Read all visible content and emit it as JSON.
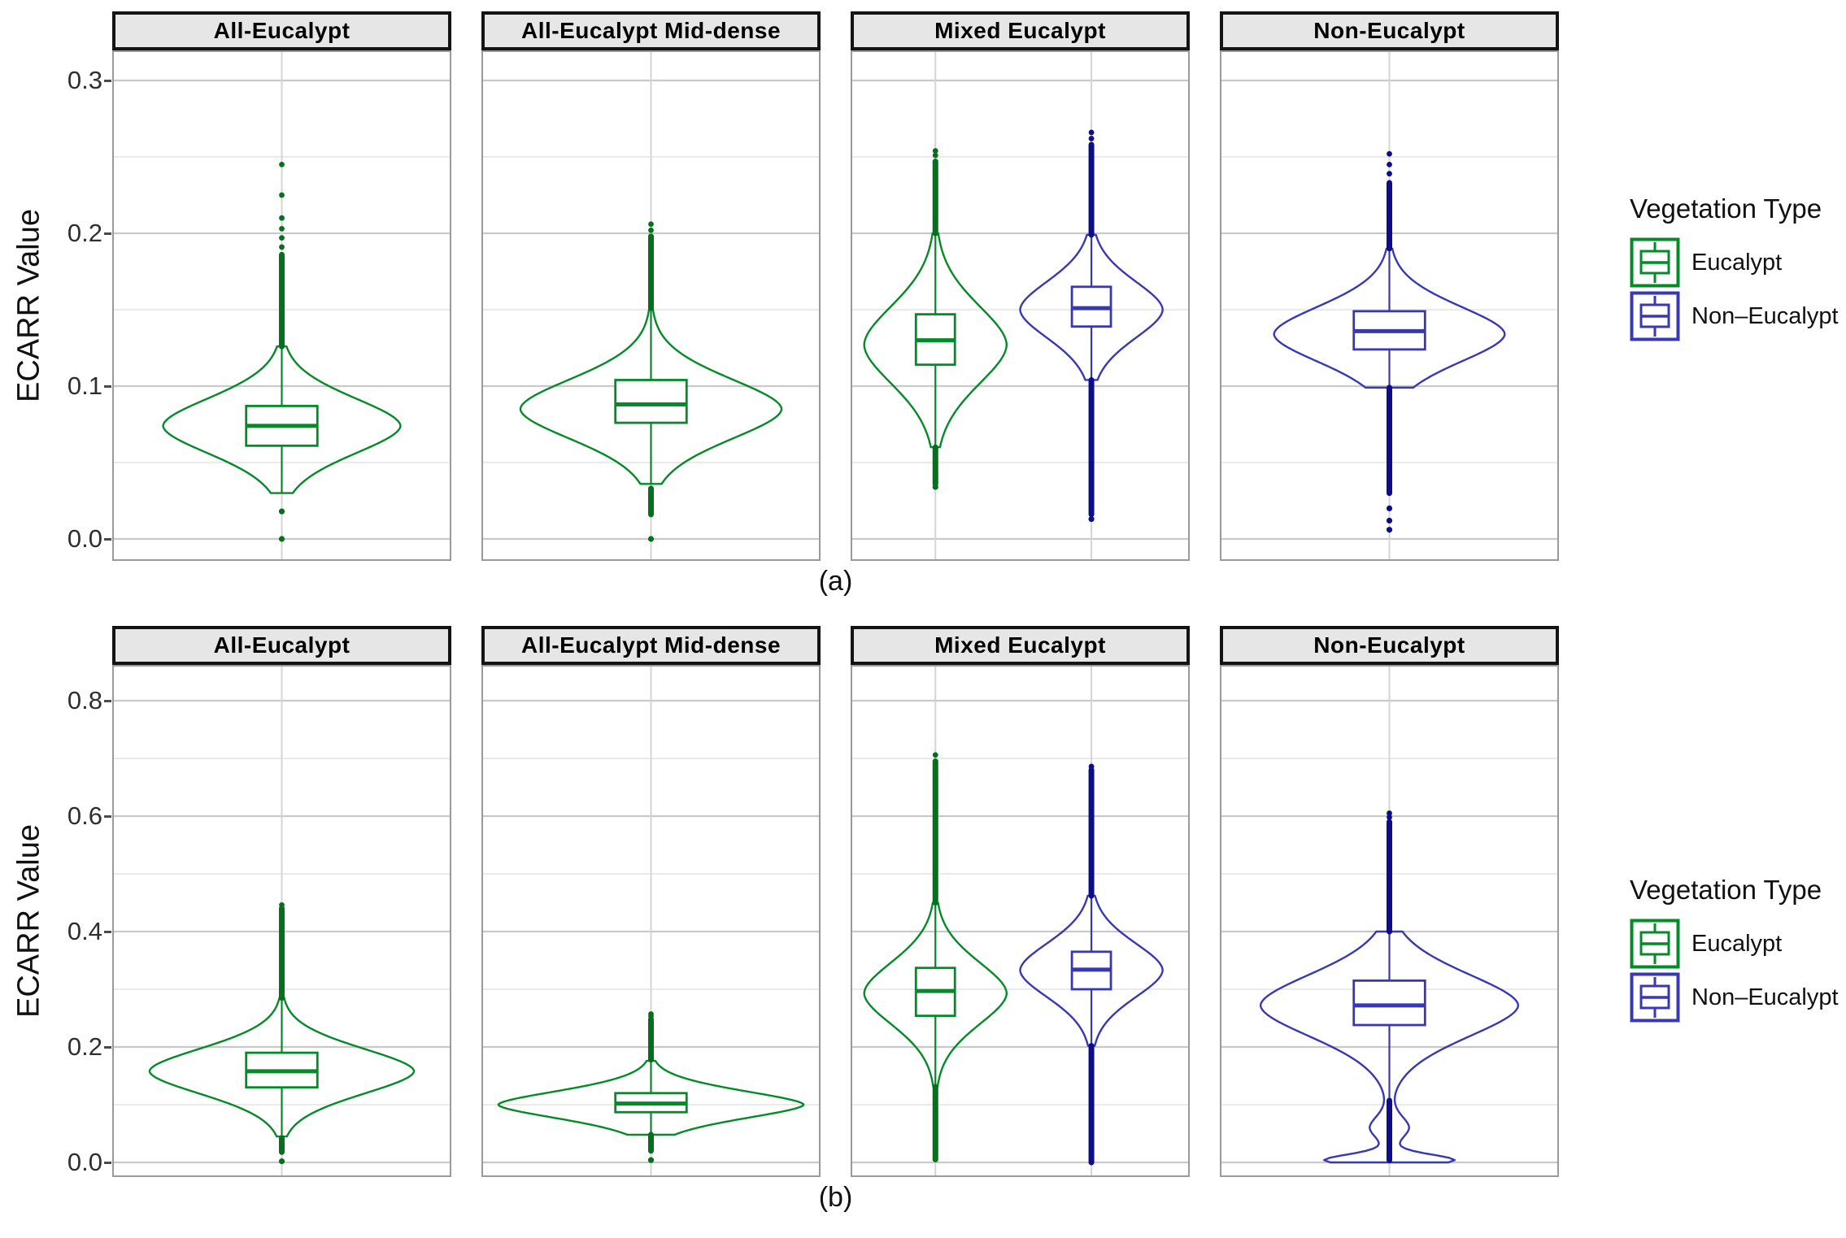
{
  "figure": {
    "captions": {
      "a": "(a)",
      "b": "(b)"
    },
    "legend": {
      "title": "Vegetation Type",
      "items": [
        {
          "label": "Eucalypt",
          "color_key": "eucalypt"
        },
        {
          "label": "Non–Eucalypt",
          "color_key": "non_eucalypt"
        }
      ]
    },
    "colors": {
      "eucalypt": {
        "stroke": "#048A28",
        "stem": "#05701C"
      },
      "non_eucalypt": {
        "stroke": "#3838B4",
        "stem": "#0D0D8C"
      },
      "grid_major": "#C9C9C9",
      "grid_minor": "#E3E3E3",
      "grid_vertical": "#D4D4D4",
      "panel_border": "#9A9A9A",
      "strip_bg": "#E6E6E6",
      "strip_border": "#141414",
      "background": "#FFFFFF"
    }
  },
  "chart_data": [
    {
      "id": "a",
      "type": "violin",
      "subtype": "violin-with-boxplot",
      "ylabel": "ECARR Value",
      "caption": "(a)",
      "legend_position": "right",
      "grid": true,
      "ylim": [
        -0.014,
        0.32
      ],
      "ytick_values": [
        0.0,
        0.1,
        0.2,
        0.3
      ],
      "yticks": [
        "0.0",
        "0.1",
        "0.2",
        "0.3"
      ],
      "panels": [
        {
          "label": "All-Eucalypt",
          "violins": [
            {
              "group": "Eucalypt",
              "color_key": "eucalypt",
              "x": 0.5,
              "halfwidth": 0.35,
              "range": [
                0.03,
                0.126
              ],
              "components": [
                {
                  "mode": 0.074,
                  "sigma": 0.0185
                }
              ],
              "box": {
                "q1": 0.061,
                "median": 0.074,
                "q3": 0.087,
                "width": 0.21
              },
              "outliers_high": {
                "stem": [
                  0.126,
                  0.186
                ],
                "dots": [
                  0.191,
                  0.197,
                  0.203,
                  0.21,
                  0.225,
                  0.245
                ]
              },
              "outliers_low": {
                "stem": null,
                "dots": [
                  0.018,
                  0.0
                ]
              }
            }
          ]
        },
        {
          "label": "All-Eucalypt Mid-dense",
          "violins": [
            {
              "group": "Eucalypt",
              "color_key": "eucalypt",
              "x": 0.5,
              "halfwidth": 0.385,
              "range": [
                0.036,
                0.151
              ],
              "components": [
                {
                  "mode": 0.085,
                  "sigma": 0.02
                }
              ],
              "box": {
                "q1": 0.076,
                "median": 0.088,
                "q3": 0.104,
                "width": 0.21
              },
              "outliers_high": {
                "stem": [
                  0.151,
                  0.198
                ],
                "dots": [
                  0.202,
                  0.206
                ]
              },
              "outliers_low": {
                "stem": [
                  0.016,
                  0.033
                ],
                "dots": [
                  0.0
                ]
              }
            }
          ]
        },
        {
          "label": "Mixed Eucalypt",
          "violins": [
            {
              "group": "Eucalypt",
              "color_key": "eucalypt",
              "x": 0.25,
              "halfwidth": 0.21,
              "range": [
                0.06,
                0.2
              ],
              "components": [
                {
                  "mode": 0.127,
                  "sigma": 0.026
                }
              ],
              "box": {
                "q1": 0.114,
                "median": 0.13,
                "q3": 0.147,
                "width": 0.115
              },
              "outliers_high": {
                "stem": [
                  0.2,
                  0.247
                ],
                "dots": [
                  0.251,
                  0.254
                ]
              },
              "outliers_low": {
                "stem": [
                  0.036,
                  0.06
                ],
                "dots": [
                  0.034
                ]
              }
            },
            {
              "group": "Non-Eucalypt",
              "color_key": "non_eucalypt",
              "x": 0.71,
              "halfwidth": 0.21,
              "range": [
                0.104,
                0.199
              ],
              "components": [
                {
                  "mode": 0.15,
                  "sigma": 0.019
                }
              ],
              "box": {
                "q1": 0.139,
                "median": 0.151,
                "q3": 0.165,
                "width": 0.115
              },
              "outliers_high": {
                "stem": [
                  0.199,
                  0.258
                ],
                "dots": [
                  0.262,
                  0.266
                ]
              },
              "outliers_low": {
                "stem": [
                  0.016,
                  0.104
                ],
                "dots": [
                  0.013
                ]
              }
            }
          ]
        },
        {
          "label": "Non-Eucalypt",
          "violins": [
            {
              "group": "Non-Eucalypt",
              "color_key": "non_eucalypt",
              "x": 0.5,
              "halfwidth": 0.34,
              "range": [
                0.099,
                0.19
              ],
              "components": [
                {
                  "mode": 0.134,
                  "sigma": 0.0185
                }
              ],
              "box": {
                "q1": 0.124,
                "median": 0.136,
                "q3": 0.149,
                "width": 0.21
              },
              "outliers_high": {
                "stem": [
                  0.19,
                  0.233
                ],
                "dots": [
                  0.239,
                  0.245,
                  0.252
                ]
              },
              "outliers_low": {
                "stem": [
                  0.03,
                  0.099
                ],
                "dots": [
                  0.02,
                  0.012,
                  0.006
                ]
              }
            }
          ]
        }
      ]
    },
    {
      "id": "b",
      "type": "violin",
      "subtype": "violin-with-boxplot",
      "ylabel": "ECARR Value",
      "caption": "(b)",
      "legend_position": "right",
      "grid": true,
      "ylim": [
        -0.025,
        0.862
      ],
      "ytick_values": [
        0.0,
        0.2,
        0.4,
        0.6,
        0.8
      ],
      "yticks": [
        "0.0",
        "0.2",
        "0.4",
        "0.6",
        "0.8"
      ],
      "panels": [
        {
          "label": "All-Eucalypt",
          "violins": [
            {
              "group": "Eucalypt",
              "color_key": "eucalypt",
              "x": 0.5,
              "halfwidth": 0.39,
              "range": [
                0.045,
                0.285
              ],
              "components": [
                {
                  "mode": 0.158,
                  "sigma": 0.04
                }
              ],
              "box": {
                "q1": 0.13,
                "median": 0.158,
                "q3": 0.19,
                "width": 0.21
              },
              "outliers_high": {
                "stem": [
                  0.285,
                  0.44
                ],
                "dots": [
                  0.446
                ]
              },
              "outliers_low": {
                "stem": [
                  0.018,
                  0.042
                ],
                "dots": [
                  0.002
                ]
              }
            }
          ]
        },
        {
          "label": "All-Eucalypt Mid-dense",
          "violins": [
            {
              "group": "Eucalypt",
              "color_key": "eucalypt",
              "x": 0.5,
              "halfwidth": 0.45,
              "range": [
                0.048,
                0.176
              ],
              "components": [
                {
                  "mode": 0.1,
                  "sigma": 0.024,
                  "p": 1.7
                }
              ],
              "box": {
                "q1": 0.087,
                "median": 0.102,
                "q3": 0.12,
                "width": 0.21
              },
              "outliers_high": {
                "stem": [
                  0.178,
                  0.248
                ],
                "dots": [
                  0.253,
                  0.257
                ]
              },
              "outliers_low": {
                "stem": [
                  0.02,
                  0.048
                ],
                "dots": [
                  0.004
                ]
              }
            }
          ]
        },
        {
          "label": "Mixed Eucalypt",
          "violins": [
            {
              "group": "Eucalypt",
              "color_key": "eucalypt",
              "x": 0.25,
              "halfwidth": 0.21,
              "range": [
                0.131,
                0.45
              ],
              "components": [
                {
                  "mode": 0.293,
                  "sigma": 0.055
                }
              ],
              "box": {
                "q1": 0.254,
                "median": 0.297,
                "q3": 0.337,
                "width": 0.115
              },
              "outliers_high": {
                "stem": [
                  0.45,
                  0.695
                ],
                "dots": [
                  0.706
                ]
              },
              "outliers_low": {
                "stem": [
                  0.005,
                  0.131
                ],
                "dots": []
              }
            },
            {
              "group": "Non-Eucalypt",
              "color_key": "non_eucalypt",
              "x": 0.71,
              "halfwidth": 0.21,
              "range": [
                0.202,
                0.462
              ],
              "components": [
                {
                  "mode": 0.333,
                  "sigma": 0.048
                }
              ],
              "box": {
                "q1": 0.3,
                "median": 0.334,
                "q3": 0.365,
                "width": 0.115
              },
              "outliers_high": {
                "stem": [
                  0.462,
                  0.68
                ],
                "dots": [
                  0.686
                ]
              },
              "outliers_low": {
                "stem": [
                  0.0,
                  0.202
                ],
                "dots": []
              }
            }
          ]
        },
        {
          "label": "Non-Eucalypt",
          "violins": [
            {
              "group": "Non-Eucalypt",
              "color_key": "non_eucalypt",
              "x": 0.5,
              "halfwidth": 0.38,
              "range": [
                0.0,
                0.4
              ],
              "components": [
                {
                  "mode": 0.272,
                  "sigma": 0.055
                },
                {
                  "mode": 0.06,
                  "sigma": 0.02,
                  "amp": 0.15
                },
                {
                  "mode": 0.004,
                  "sigma": 0.01,
                  "amp": 0.5
                }
              ],
              "box": {
                "q1": 0.238,
                "median": 0.272,
                "q3": 0.315,
                "width": 0.21
              },
              "outliers_high": {
                "stem": [
                  0.4,
                  0.59
                ],
                "dots": [
                  0.598,
                  0.605
                ]
              },
              "outliers_low": {
                "stem": [
                  0.004,
                  0.107
                ],
                "dots": []
              }
            }
          ]
        }
      ]
    }
  ]
}
